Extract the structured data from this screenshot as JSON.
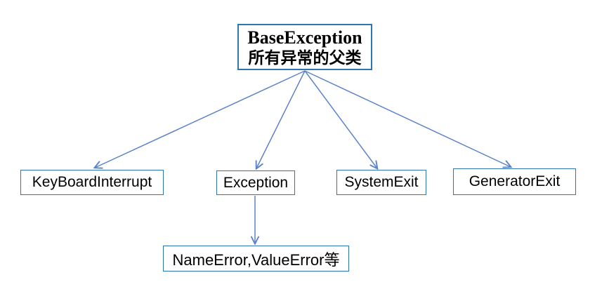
{
  "diagram": {
    "description": "Python exception class hierarchy",
    "nodes": {
      "base": {
        "label": "BaseException",
        "sublabel": "所有异常的父类"
      },
      "keyboard_interrupt": {
        "label": "KeyBoardInterrupt"
      },
      "exception": {
        "label": "Exception"
      },
      "system_exit": {
        "label": "SystemExit"
      },
      "generator_exit": {
        "label": "GeneratorExit"
      },
      "name_value_error": {
        "label": "NameError,ValueError等"
      }
    },
    "edges": [
      {
        "from": "base",
        "to": "keyboard_interrupt"
      },
      {
        "from": "base",
        "to": "exception"
      },
      {
        "from": "base",
        "to": "system_exit"
      },
      {
        "from": "base",
        "to": "generator_exit"
      },
      {
        "from": "exception",
        "to": "name_value_error"
      }
    ]
  },
  "colors": {
    "box_border": "#2e75b6",
    "arrow": "#5b83c9",
    "text": "#000000",
    "background": "#ffffff"
  }
}
